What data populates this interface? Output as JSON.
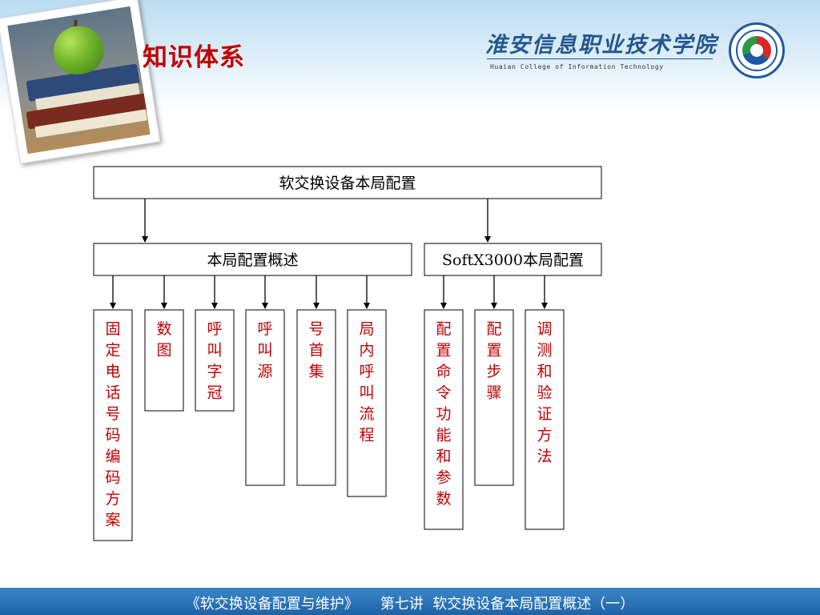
{
  "slide": {
    "title": "知识体系",
    "footer": "《软交换设备配置与维护》　　第七讲  软交换设备本局配置概述（一）"
  },
  "logo": {
    "name_cn": "淮安信息职业技术学院",
    "name_en": "Huaian College of Information Technology"
  },
  "colors": {
    "title": "#c00000",
    "leaf_text": "#c00000",
    "node_text": "#000000",
    "footer_bg": "#1d63a8",
    "logo_blue": "#24568f"
  },
  "diagram": {
    "root": "软交换设备本局配置",
    "branches": [
      {
        "label": "本局配置概述",
        "children": [
          "固定电话号码编码方案",
          "数图",
          "呼叫字冠",
          "呼叫源",
          "号首集",
          "局内呼叫流程"
        ]
      },
      {
        "label": "SoftX3000本局配置",
        "children": [
          "配置命令功能和参数",
          "配置步骤",
          "调测和验证方法"
        ]
      }
    ]
  }
}
